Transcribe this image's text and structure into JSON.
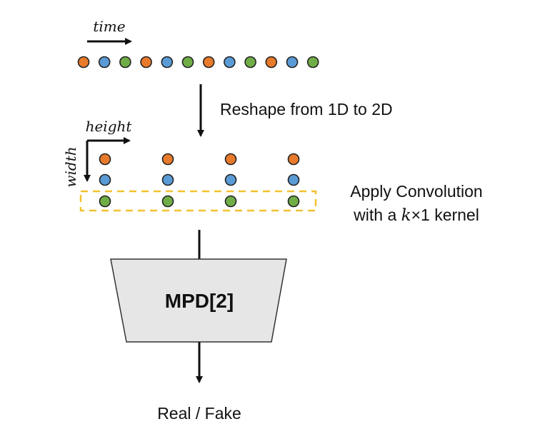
{
  "labels": {
    "time": "time",
    "height": "height",
    "width": "width",
    "reshape": "Reshape from 1D to 2D",
    "conv_line1": "Apply Convolution",
    "conv_line2_prefix": "with a ",
    "conv_line2_k": "k",
    "conv_line2_suffix": "×1 kernel",
    "block": "MPD[2]",
    "output": "Real / Fake"
  },
  "sequence_1d": [
    "orange",
    "blue",
    "green",
    "orange",
    "blue",
    "green",
    "orange",
    "blue",
    "green",
    "orange",
    "blue",
    "green"
  ],
  "grid_2d": {
    "rows": [
      [
        "orange",
        "orange",
        "orange",
        "orange"
      ],
      [
        "blue",
        "blue",
        "blue",
        "blue"
      ],
      [
        "green",
        "green",
        "green",
        "green"
      ]
    ]
  },
  "highlight_row": 2,
  "colors": {
    "orange": "#E87A2B",
    "blue": "#5B9BD5",
    "green": "#70AD47",
    "dot_stroke": "#222222",
    "highlight": "#F2C12E",
    "block_fill": "#E6E6E6",
    "block_stroke": "#333333",
    "arrow": "#111111"
  }
}
